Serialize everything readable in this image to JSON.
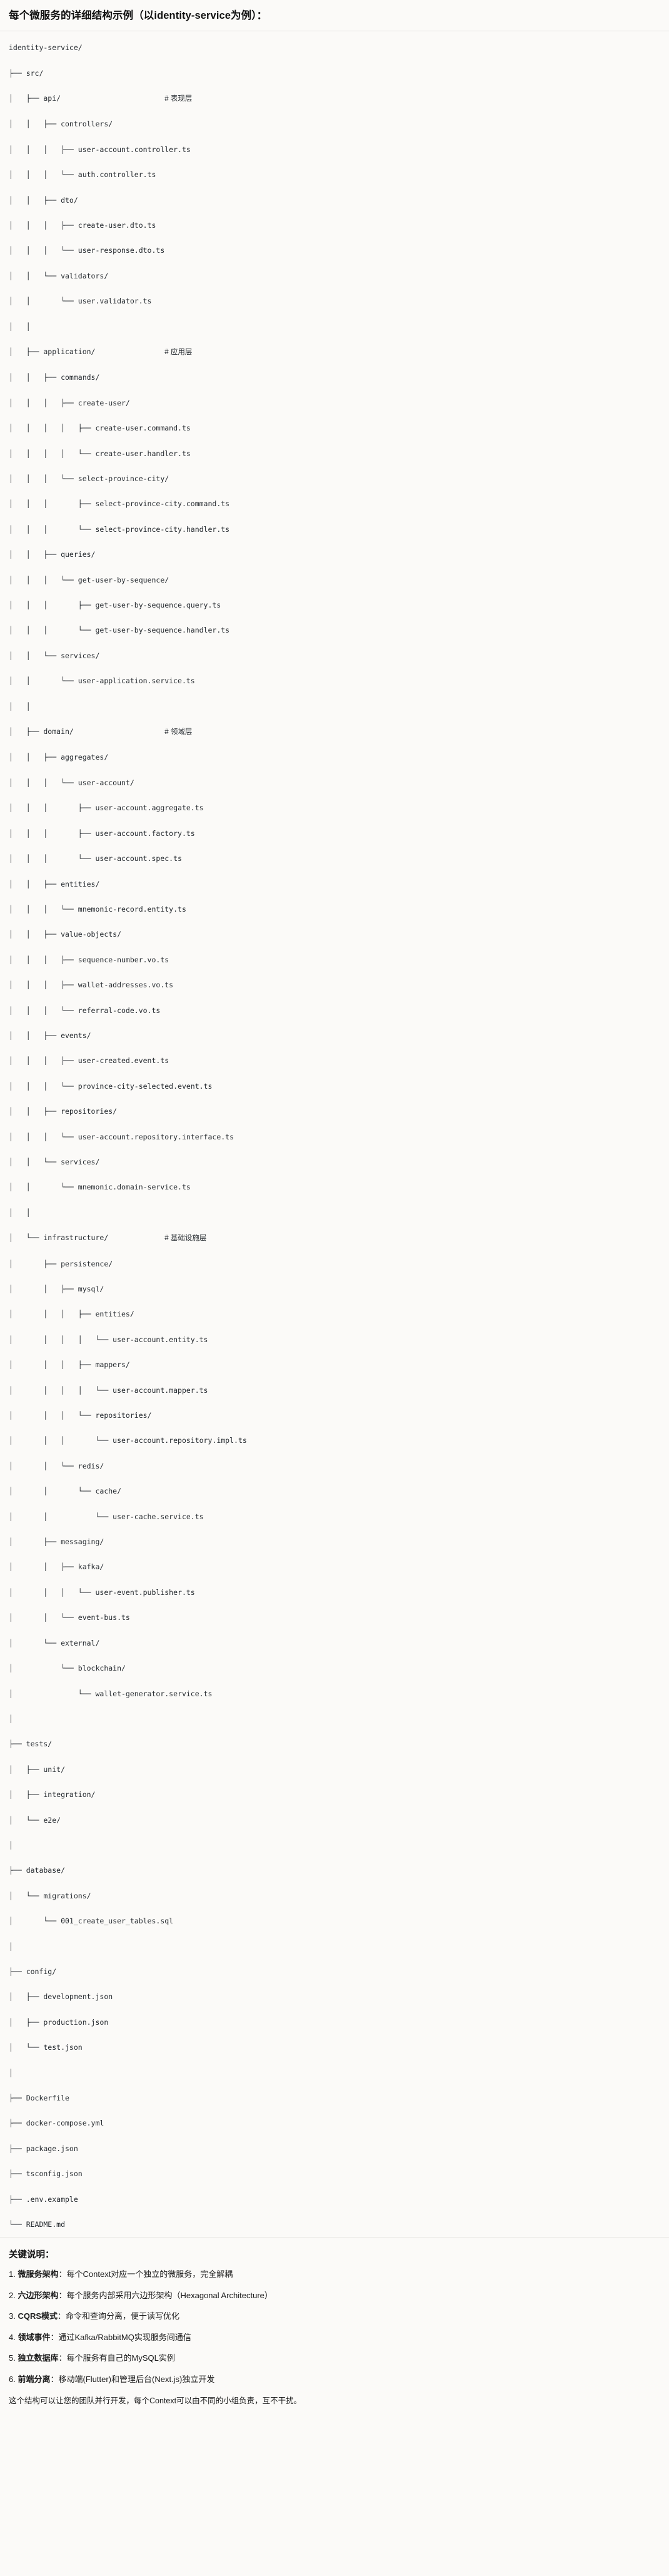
{
  "header": {
    "title": "每个微服务的详细结构示例（以identity-service为例）："
  },
  "tree": {
    "root": "identity-service/",
    "lines": [
      {
        "prefix": "",
        "name": "identity-service/",
        "comment": ""
      },
      {
        "prefix": "├── ",
        "name": "src/",
        "comment": ""
      },
      {
        "prefix": "│   ├── ",
        "name": "api/",
        "comment": "# 表现层"
      },
      {
        "prefix": "│   │   ├── ",
        "name": "controllers/",
        "comment": ""
      },
      {
        "prefix": "│   │   │   ├── ",
        "name": "user-account.controller.ts",
        "comment": ""
      },
      {
        "prefix": "│   │   │   └── ",
        "name": "auth.controller.ts",
        "comment": ""
      },
      {
        "prefix": "│   │   ├── ",
        "name": "dto/",
        "comment": ""
      },
      {
        "prefix": "│   │   │   ├── ",
        "name": "create-user.dto.ts",
        "comment": ""
      },
      {
        "prefix": "│   │   │   └── ",
        "name": "user-response.dto.ts",
        "comment": ""
      },
      {
        "prefix": "│   │   └── ",
        "name": "validators/",
        "comment": ""
      },
      {
        "prefix": "│   │       └── ",
        "name": "user.validator.ts",
        "comment": ""
      },
      {
        "prefix": "│   │",
        "name": "",
        "comment": ""
      },
      {
        "prefix": "│   ├── ",
        "name": "application/",
        "comment": "# 应用层"
      },
      {
        "prefix": "│   │   ├── ",
        "name": "commands/",
        "comment": ""
      },
      {
        "prefix": "│   │   │   ├── ",
        "name": "create-user/",
        "comment": ""
      },
      {
        "prefix": "│   │   │   │   ├── ",
        "name": "create-user.command.ts",
        "comment": ""
      },
      {
        "prefix": "│   │   │   │   └── ",
        "name": "create-user.handler.ts",
        "comment": ""
      },
      {
        "prefix": "│   │   │   └── ",
        "name": "select-province-city/",
        "comment": ""
      },
      {
        "prefix": "│   │   │       ├── ",
        "name": "select-province-city.command.ts",
        "comment": ""
      },
      {
        "prefix": "│   │   │       └── ",
        "name": "select-province-city.handler.ts",
        "comment": ""
      },
      {
        "prefix": "│   │   ├── ",
        "name": "queries/",
        "comment": ""
      },
      {
        "prefix": "│   │   │   └── ",
        "name": "get-user-by-sequence/",
        "comment": ""
      },
      {
        "prefix": "│   │   │       ├── ",
        "name": "get-user-by-sequence.query.ts",
        "comment": ""
      },
      {
        "prefix": "│   │   │       └── ",
        "name": "get-user-by-sequence.handler.ts",
        "comment": ""
      },
      {
        "prefix": "│   │   └── ",
        "name": "services/",
        "comment": ""
      },
      {
        "prefix": "│   │       └── ",
        "name": "user-application.service.ts",
        "comment": ""
      },
      {
        "prefix": "│   │",
        "name": "",
        "comment": ""
      },
      {
        "prefix": "│   ├── ",
        "name": "domain/",
        "comment": "# 领域层"
      },
      {
        "prefix": "│   │   ├── ",
        "name": "aggregates/",
        "comment": ""
      },
      {
        "prefix": "│   │   │   └── ",
        "name": "user-account/",
        "comment": ""
      },
      {
        "prefix": "│   │   │       ├── ",
        "name": "user-account.aggregate.ts",
        "comment": ""
      },
      {
        "prefix": "│   │   │       ├── ",
        "name": "user-account.factory.ts",
        "comment": ""
      },
      {
        "prefix": "│   │   │       └── ",
        "name": "user-account.spec.ts",
        "comment": ""
      },
      {
        "prefix": "│   │   ├── ",
        "name": "entities/",
        "comment": ""
      },
      {
        "prefix": "│   │   │   └── ",
        "name": "mnemonic-record.entity.ts",
        "comment": ""
      },
      {
        "prefix": "│   │   ├── ",
        "name": "value-objects/",
        "comment": ""
      },
      {
        "prefix": "│   │   │   ├── ",
        "name": "sequence-number.vo.ts",
        "comment": ""
      },
      {
        "prefix": "│   │   │   ├── ",
        "name": "wallet-addresses.vo.ts",
        "comment": ""
      },
      {
        "prefix": "│   │   │   └── ",
        "name": "referral-code.vo.ts",
        "comment": ""
      },
      {
        "prefix": "│   │   ├── ",
        "name": "events/",
        "comment": ""
      },
      {
        "prefix": "│   │   │   ├── ",
        "name": "user-created.event.ts",
        "comment": ""
      },
      {
        "prefix": "│   │   │   └── ",
        "name": "province-city-selected.event.ts",
        "comment": ""
      },
      {
        "prefix": "│   │   ├── ",
        "name": "repositories/",
        "comment": ""
      },
      {
        "prefix": "│   │   │   └── ",
        "name": "user-account.repository.interface.ts",
        "comment": ""
      },
      {
        "prefix": "│   │   └── ",
        "name": "services/",
        "comment": ""
      },
      {
        "prefix": "│   │       └── ",
        "name": "mnemonic.domain-service.ts",
        "comment": ""
      },
      {
        "prefix": "│   │",
        "name": "",
        "comment": ""
      },
      {
        "prefix": "│   └── ",
        "name": "infrastructure/",
        "comment": "# 基础设施层"
      },
      {
        "prefix": "│       ├── ",
        "name": "persistence/",
        "comment": ""
      },
      {
        "prefix": "│       │   ├── ",
        "name": "mysql/",
        "comment": ""
      },
      {
        "prefix": "│       │   │   ├── ",
        "name": "entities/",
        "comment": ""
      },
      {
        "prefix": "│       │   │   │   └── ",
        "name": "user-account.entity.ts",
        "comment": ""
      },
      {
        "prefix": "│       │   │   ├── ",
        "name": "mappers/",
        "comment": ""
      },
      {
        "prefix": "│       │   │   │   └── ",
        "name": "user-account.mapper.ts",
        "comment": ""
      },
      {
        "prefix": "│       │   │   └── ",
        "name": "repositories/",
        "comment": ""
      },
      {
        "prefix": "│       │   │       └── ",
        "name": "user-account.repository.impl.ts",
        "comment": ""
      },
      {
        "prefix": "│       │   └── ",
        "name": "redis/",
        "comment": ""
      },
      {
        "prefix": "│       │       └── ",
        "name": "cache/",
        "comment": ""
      },
      {
        "prefix": "│       │           └── ",
        "name": "user-cache.service.ts",
        "comment": ""
      },
      {
        "prefix": "│       ├── ",
        "name": "messaging/",
        "comment": ""
      },
      {
        "prefix": "│       │   ├── ",
        "name": "kafka/",
        "comment": ""
      },
      {
        "prefix": "│       │   │   └── ",
        "name": "user-event.publisher.ts",
        "comment": ""
      },
      {
        "prefix": "│       │   └── ",
        "name": "event-bus.ts",
        "comment": ""
      },
      {
        "prefix": "│       └── ",
        "name": "external/",
        "comment": ""
      },
      {
        "prefix": "│           └── ",
        "name": "blockchain/",
        "comment": ""
      },
      {
        "prefix": "│               └── ",
        "name": "wallet-generator.service.ts",
        "comment": ""
      },
      {
        "prefix": "│",
        "name": "",
        "comment": ""
      },
      {
        "prefix": "├── ",
        "name": "tests/",
        "comment": ""
      },
      {
        "prefix": "│   ├── ",
        "name": "unit/",
        "comment": ""
      },
      {
        "prefix": "│   ├── ",
        "name": "integration/",
        "comment": ""
      },
      {
        "prefix": "│   └── ",
        "name": "e2e/",
        "comment": ""
      },
      {
        "prefix": "│",
        "name": "",
        "comment": ""
      },
      {
        "prefix": "├── ",
        "name": "database/",
        "comment": ""
      },
      {
        "prefix": "│   └── ",
        "name": "migrations/",
        "comment": ""
      },
      {
        "prefix": "│       └── ",
        "name": "001_create_user_tables.sql",
        "comment": ""
      },
      {
        "prefix": "│",
        "name": "",
        "comment": ""
      },
      {
        "prefix": "├── ",
        "name": "config/",
        "comment": ""
      },
      {
        "prefix": "│   ├── ",
        "name": "development.json",
        "comment": ""
      },
      {
        "prefix": "│   ├── ",
        "name": "production.json",
        "comment": ""
      },
      {
        "prefix": "│   └── ",
        "name": "test.json",
        "comment": ""
      },
      {
        "prefix": "│",
        "name": "",
        "comment": ""
      },
      {
        "prefix": "├── ",
        "name": "Dockerfile",
        "comment": ""
      },
      {
        "prefix": "├── ",
        "name": "docker-compose.yml",
        "comment": ""
      },
      {
        "prefix": "├── ",
        "name": "package.json",
        "comment": ""
      },
      {
        "prefix": "├── ",
        "name": "tsconfig.json",
        "comment": ""
      },
      {
        "prefix": "├── ",
        "name": ".env.example",
        "comment": ""
      },
      {
        "prefix": "└── ",
        "name": "README.md",
        "comment": ""
      }
    ],
    "comment_column": 36
  },
  "notes": {
    "title": "关键说明：",
    "items": [
      {
        "num": "1.",
        "term": "微服务架构",
        "sep": "：",
        "text": "每个Context对应一个独立的微服务，完全解耦"
      },
      {
        "num": "2.",
        "term": "六边形架构",
        "sep": "：",
        "text": "每个服务内部采用六边形架构（Hexagonal Architecture）"
      },
      {
        "num": "3.",
        "term": "CQRS模式",
        "sep": "：",
        "text": "命令和查询分离，便于读写优化"
      },
      {
        "num": "4.",
        "term": "领域事件",
        "sep": "：",
        "text": "通过Kafka/RabbitMQ实现服务间通信"
      },
      {
        "num": "5.",
        "term": "独立数据库",
        "sep": "：",
        "text": "每个服务有自己的MySQL实例"
      },
      {
        "num": "6.",
        "term": "前端分离",
        "sep": "：",
        "text": "移动端(Flutter)和管理后台(Next.js)独立开发"
      }
    ],
    "closing": "这个结构可以让您的团队并行开发，每个Context可以由不同的小组负责，互不干扰。"
  },
  "colors": {
    "page_bg": "#fbfaf8",
    "text": "#1a1a1a",
    "code_text": "#24292e",
    "rule": "#e6e4e0"
  }
}
